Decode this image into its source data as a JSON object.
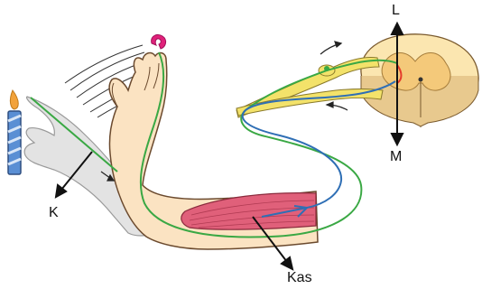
{
  "labels": {
    "top": "L",
    "bottom": "M",
    "left": "K",
    "muscle": "Kas"
  },
  "colors": {
    "sensory_nerve": "#3aa844",
    "motor_nerve": "#2f6fb5",
    "skin": "#fbe3c2",
    "skin_outline": "#6b4a2e",
    "muscle": "#e0607a",
    "spinal_cord": "#fbe6b0",
    "grey_matter": "#f4c97a",
    "nerve_root": "#f3e26a",
    "reflex_arm": "#dcdcdc",
    "candle": "#5a8fd4",
    "flame": "#f2a23a",
    "stimulus": "#e0217a"
  }
}
